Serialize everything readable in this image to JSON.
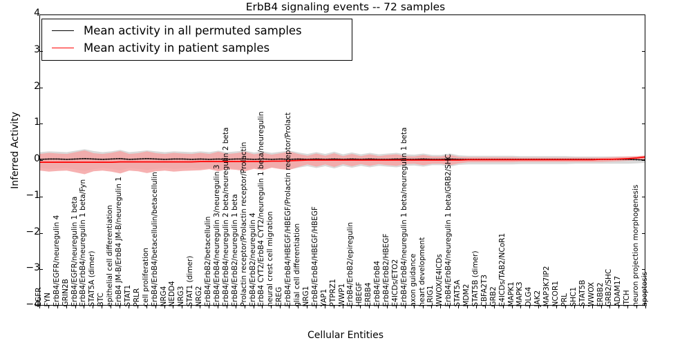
{
  "chart_data": {
    "type": "line",
    "title": "ErbB4 signaling events -- 72 samples",
    "xlabel": "Cellular Entities",
    "ylabel": "Inferred Activity",
    "ylim": [
      -4,
      4
    ],
    "yticks": [
      4,
      3,
      2,
      1,
      0,
      -1,
      -2,
      -3,
      -4
    ],
    "ytick_labels": [
      "4",
      "3",
      "2",
      "1",
      "0",
      "−1",
      "−2",
      "−3",
      "−4"
    ],
    "grid": false,
    "legend_position": "upper left",
    "legend": [
      {
        "label": "Mean activity in all permuted samples",
        "color": "#000000",
        "style": "solid"
      },
      {
        "label": "Mean activity in patient samples",
        "color": "#ff0000",
        "style": "solid"
      }
    ],
    "band_colors": {
      "permuted": "#d9d9d9",
      "patient": "#f4a3a3"
    },
    "categories": [
      "EGFR",
      "FYN",
      "ErbB4/EGFR/neuregulin 4",
      "GRIN2B",
      "ErbB4/EGFR/neuregulin 1 beta",
      "ErbB4/ErbB4/neuregulin 1 beta/Fyn",
      "STAT5A (dimer)",
      "BTC",
      "epithelial cell differentiation",
      "ErbB4 JM-B/ErbB4 JM-B/neuregulin 1",
      "STAT1",
      "PRLR",
      "cell proliferation",
      "ErbB4/ErbB4/betacellulin/betacellulin",
      "NRG4",
      "NEDD4",
      "NRG3",
      "STAT1 (dimer)",
      "NRG2",
      "ErbB4/ErbB2/betacellulin",
      "ErbB4/ErbB4/neuregulin 3/neuregulin 3",
      "ErbB4/ErbB4/neuregulin 2 beta/neuregulin 2 beta",
      "ErbB4/ErbB2/neuregulin 1 beta",
      "Prolactin receptor/Prolactin receptor/Prolactin",
      "ErbB4/ErbB2/neuregulin 4",
      "ErbB4 CYT2/ErbB4 CYT2/neuregulin 1 beta/neuregulin",
      "neural crest cell migration",
      "EREG",
      "ErbB4/ErbB4/HBEGF/HBEGF/Prolactin receptor/Prolact",
      "glial cell differentiation",
      "NRG1",
      "ErbB4/ErbB4/HBEGF/HBEGF",
      "YAP1",
      "PTPRZ1",
      "WWP1",
      "ErbB4/ErbB2/epiregulin",
      "HBEGF",
      "ERBB4",
      "ErbB4/ErbB4",
      "ErbB4/ErbB2/HBEGF",
      "E4ICDs/ETO2",
      "ErbB4/ErbB4/neuregulin 1 beta/neuregulin 1 beta",
      "axon guidance",
      "heart development",
      "LRIG1",
      "WWOX/E4ICDs",
      "ErbB4/ErbB4/neuregulin 1 beta/GRB2/SHC",
      "STAT5A",
      "MDM2",
      "STAT5B (dimer)",
      "CBFA2T3",
      "GRB2",
      "E4ICDs/TAB2/NCoR1",
      "MAPK1",
      "MAPK3",
      "DLG4",
      "JAK2",
      "MAP3K7IP2",
      "NCOR1",
      "PRL",
      "SHC1",
      "STAT5B",
      "WWOX",
      "ERBB2",
      "GRB2/SHC",
      "ADAM17",
      "ITCH",
      "neuron projection morphogenesis",
      "apoptosis"
    ],
    "series": [
      {
        "name": "Mean activity in all permuted samples",
        "color": "#000000",
        "style": "dotted",
        "values": [
          0.02,
          0.03,
          0.03,
          0.02,
          0.03,
          0.04,
          0.03,
          0.02,
          0.03,
          0.04,
          0.02,
          0.03,
          0.04,
          0.03,
          0.02,
          0.03,
          0.03,
          0.02,
          0.03,
          0.02,
          0.03,
          0.02,
          0.03,
          0.03,
          0.02,
          0.03,
          0.02,
          0.03,
          0.02,
          0.03,
          0.02,
          0.03,
          0.02,
          0.03,
          0.02,
          0.03,
          0.02,
          0.03,
          0.02,
          0.02,
          0.03,
          0.02,
          0.02,
          0.03,
          0.02,
          0.02,
          0.03,
          0.02,
          0.02,
          0.02,
          0.02,
          0.02,
          0.02,
          0.02,
          0.02,
          0.02,
          0.02,
          0.02,
          0.02,
          0.02,
          0.02,
          0.02,
          0.02,
          0.02,
          0.02,
          0.02,
          0.02,
          0.01,
          0.0
        ]
      },
      {
        "name": "Mean activity in patient samples",
        "color": "#ff0000",
        "style": "solid",
        "values": [
          -0.06,
          -0.06,
          -0.06,
          -0.06,
          -0.06,
          -0.06,
          -0.06,
          -0.06,
          -0.06,
          -0.05,
          -0.05,
          -0.05,
          -0.05,
          -0.05,
          -0.05,
          -0.05,
          -0.05,
          -0.05,
          -0.04,
          -0.04,
          -0.04,
          -0.04,
          -0.04,
          -0.04,
          -0.04,
          -0.04,
          -0.03,
          -0.03,
          -0.02,
          -0.01,
          0.0,
          0.0,
          0.0,
          0.0,
          0.0,
          0.0,
          0.0,
          0.0,
          0.0,
          0.0,
          0.0,
          0.0,
          0.0,
          0.0,
          0.0,
          0.0,
          0.0,
          0.0,
          0.01,
          0.01,
          0.01,
          0.01,
          0.01,
          0.01,
          0.01,
          0.01,
          0.01,
          0.01,
          0.01,
          0.01,
          0.01,
          0.01,
          0.01,
          0.02,
          0.02,
          0.03,
          0.04,
          0.06,
          0.09
        ]
      }
    ],
    "bands": [
      {
        "name": "permuted-band",
        "color": "#d9d9d9",
        "upper": [
          0.22,
          0.24,
          0.23,
          0.22,
          0.26,
          0.3,
          0.25,
          0.22,
          0.24,
          0.28,
          0.22,
          0.24,
          0.27,
          0.24,
          0.22,
          0.24,
          0.23,
          0.22,
          0.24,
          0.22,
          0.26,
          0.22,
          0.24,
          0.26,
          0.21,
          0.24,
          0.2,
          0.23,
          0.26,
          0.21,
          0.17,
          0.22,
          0.17,
          0.23,
          0.16,
          0.21,
          0.16,
          0.2,
          0.16,
          0.18,
          0.2,
          0.16,
          0.15,
          0.18,
          0.14,
          0.14,
          0.18,
          0.13,
          0.12,
          0.12,
          0.12,
          0.12,
          0.12,
          0.12,
          0.11,
          0.11,
          0.11,
          0.11,
          0.11,
          0.11,
          0.1,
          0.1,
          0.1,
          0.1,
          0.1,
          0.1,
          0.1,
          0.09,
          0.07
        ],
        "lower": [
          -0.22,
          -0.24,
          -0.23,
          -0.22,
          -0.26,
          -0.3,
          -0.25,
          -0.22,
          -0.24,
          -0.28,
          -0.22,
          -0.24,
          -0.27,
          -0.24,
          -0.22,
          -0.24,
          -0.23,
          -0.22,
          -0.24,
          -0.22,
          -0.26,
          -0.22,
          -0.24,
          -0.26,
          -0.21,
          -0.24,
          -0.2,
          -0.23,
          -0.26,
          -0.21,
          -0.17,
          -0.22,
          -0.17,
          -0.23,
          -0.16,
          -0.21,
          -0.16,
          -0.2,
          -0.16,
          -0.18,
          -0.2,
          -0.16,
          -0.15,
          -0.18,
          -0.14,
          -0.14,
          -0.18,
          -0.13,
          -0.12,
          -0.12,
          -0.12,
          -0.12,
          -0.12,
          -0.12,
          -0.11,
          -0.11,
          -0.11,
          -0.11,
          -0.11,
          -0.11,
          -0.1,
          -0.1,
          -0.1,
          -0.1,
          -0.1,
          -0.1,
          -0.1,
          -0.09,
          -0.07
        ]
      },
      {
        "name": "patient-band",
        "color": "#f4a3a3",
        "upper": [
          0.17,
          0.2,
          0.18,
          0.17,
          0.22,
          0.27,
          0.19,
          0.17,
          0.2,
          0.25,
          0.17,
          0.19,
          0.24,
          0.19,
          0.17,
          0.2,
          0.18,
          0.17,
          0.2,
          0.17,
          0.23,
          0.17,
          0.19,
          0.23,
          0.16,
          0.2,
          0.15,
          0.19,
          0.23,
          0.17,
          0.12,
          0.18,
          0.12,
          0.19,
          0.11,
          0.17,
          0.11,
          0.16,
          0.11,
          0.14,
          0.16,
          0.11,
          0.1,
          0.14,
          0.1,
          0.1,
          0.14,
          0.09,
          0.08,
          0.08,
          0.08,
          0.08,
          0.08,
          0.08,
          0.07,
          0.07,
          0.07,
          0.07,
          0.07,
          0.07,
          0.07,
          0.07,
          0.07,
          0.07,
          0.08,
          0.09,
          0.1,
          0.11,
          0.13
        ],
        "lower": [
          -0.29,
          -0.32,
          -0.3,
          -0.29,
          -0.34,
          -0.39,
          -0.31,
          -0.29,
          -0.32,
          -0.37,
          -0.29,
          -0.31,
          -0.36,
          -0.31,
          -0.29,
          -0.32,
          -0.3,
          -0.29,
          -0.28,
          -0.25,
          -0.31,
          -0.25,
          -0.27,
          -0.31,
          -0.24,
          -0.28,
          -0.21,
          -0.25,
          -0.27,
          -0.19,
          -0.12,
          -0.18,
          -0.12,
          -0.19,
          -0.11,
          -0.17,
          -0.11,
          -0.16,
          -0.11,
          -0.14,
          -0.16,
          -0.11,
          -0.1,
          -0.14,
          -0.1,
          -0.1,
          -0.14,
          -0.09,
          -0.06,
          -0.06,
          -0.06,
          -0.06,
          -0.06,
          -0.06,
          -0.05,
          -0.05,
          -0.05,
          -0.05,
          -0.05,
          -0.05,
          -0.05,
          -0.05,
          -0.05,
          -0.05,
          -0.04,
          -0.03,
          -0.02,
          -0.0,
          0.02
        ]
      }
    ]
  }
}
